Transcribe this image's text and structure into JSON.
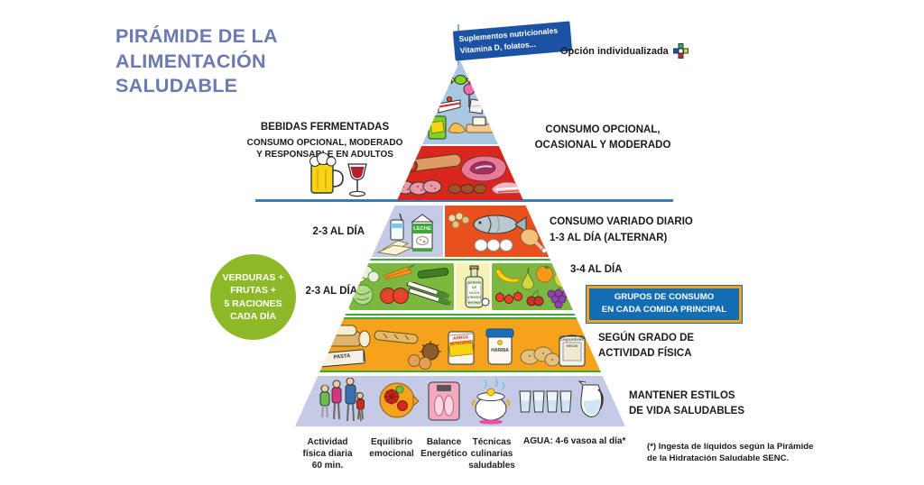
{
  "title": "PIRÁMIDE DE LA\nALIMENTACIÓN\nSALUDABLE",
  "flag": {
    "line1": "Suplementos nutricionales",
    "line2": "Vitamina D, folatos..."
  },
  "option_label": "Opción individualizada",
  "annotations": {
    "fermented_title": "BEBIDAS FERMENTADAS",
    "fermented_sub": "CONSUMO OPCIONAL, MODERADO\nY RESPONSABLE EN ADULTOS",
    "top_right": "CONSUMO OPCIONAL,\nOCASIONAL Y MODERADO",
    "dairy_left": "2-3 AL DÍA",
    "varied_right": "CONSUMO VARIADO DIARIO\n1-3 AL DÍA (ALTERNAR)",
    "veg_left": "2-3 AL DÍA",
    "fruit_right": "3-4 AL DÍA",
    "grain_right": "SEGÚN GRADO DE\nACTIVIDAD FÍSICA",
    "lifestyle_right": "MANTENER ESTILOS\nDE VIDA SALUDABLES"
  },
  "veg_circle": "VERDURAS +\nFRUTAS +\n5 RACIONES\nCADA DÍA",
  "consumption_box": "GRUPOS DE CONSUMO\nEN CADA COMIDA PRINCIPAL",
  "footer": {
    "activity": "Actividad\nfísica diaria\n60 min.",
    "emotional": "Equilibrio\nemocional",
    "energy": "Balance\nEnergético",
    "cooking": "Técnicas\nculinarias\nsaludables",
    "water": "AGUA: 4-6 vasoa al día*",
    "footnote": "(*) Ingesta de líquidos según la Pirámide\nde la Hidratación Saludable SENC."
  },
  "product_labels": {
    "milk": "LECHE",
    "oil": "ACEITE\nDE OLIVA\nVIRGEN\nEXTRA",
    "rice": "ARROZ\nINTEGRAL",
    "flour": "HARINA",
    "pasta": "PASTA",
    "legumes": "Legumbres\nsecas"
  },
  "icons": [
    "flag-banner",
    "medical-cross-icon",
    "beer-icon",
    "wine-icon",
    "candy-icon",
    "lollipop-icon",
    "cake-icon",
    "sugar-icon",
    "snack-bag-icon",
    "croissant-icon",
    "bread-butter-icon",
    "chorizo-icon",
    "ham-icon",
    "salami-slices-icon",
    "sausage-links-icon",
    "bacon-chop-icon",
    "yogurt-icon",
    "milk-carton-icon",
    "cheese-icon",
    "nuts-icon",
    "fish-icon",
    "eggs-icon",
    "chicken-leg-icon",
    "cauliflower-icon",
    "carrots-icon",
    "zucchini-icon",
    "lettuce-icon",
    "tomatoes-icon",
    "leek-icon",
    "olive-oil-bottle-icon",
    "banana-icon",
    "pear-icon",
    "orange-icon",
    "apple-icon",
    "strawberries-icon",
    "cherries-icon",
    "grapes-icon",
    "bread-loaf-icon",
    "baguette-icon",
    "pasta-pack-icon",
    "chestnut-icon",
    "onions-icon",
    "rice-pack-icon",
    "flour-jar-icon",
    "potatoes-icon",
    "legumes-sack-icon",
    "family-icon",
    "mind-gears-icon",
    "scale-icon",
    "cooking-pot-icon",
    "water-glasses-icon",
    "water-jug-icon"
  ],
  "colors": {
    "title_text": "#6b7ab0",
    "flag_bg": "#1c52a3",
    "sweets_band": "#a9c9e2",
    "meat_band": "#d9261c",
    "dairy_band": "#c5cbe6",
    "protein_band": "#e8501e",
    "veg_panel": "#7cb83f",
    "grain_band": "#f5a21c",
    "lifestyle_band": "#c5cbe6",
    "circle_green": "#8db929",
    "box_blue": "#136db5",
    "box_border_orange": "#f2a11c",
    "divider_blue": "#3c79b8"
  }
}
